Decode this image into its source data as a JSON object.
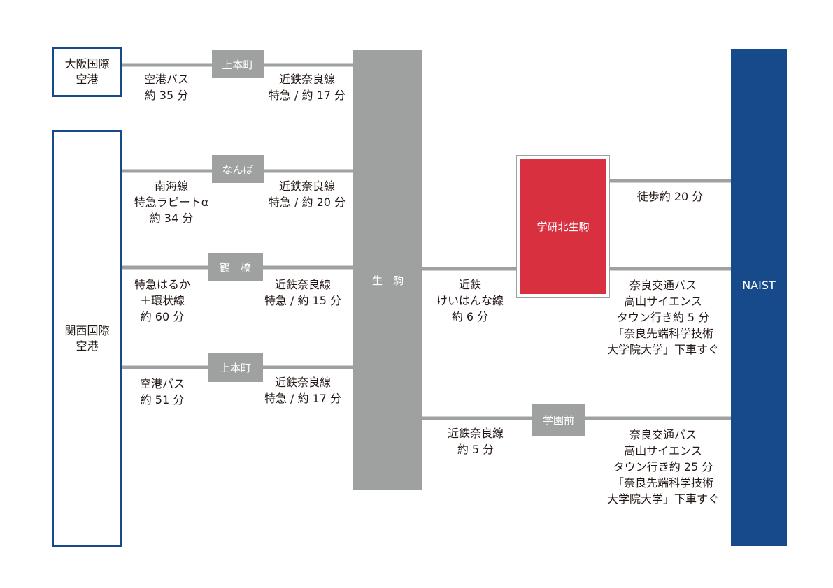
{
  "colors": {
    "line": "#9fa0a0",
    "navy": "#164a8a",
    "red": "#d9303f",
    "label_bg": "#9fa0a0",
    "text": "#231815"
  },
  "origins": {
    "osaka_airport": "大阪国際\n空港",
    "kansai_airport": "関西国際\n空港"
  },
  "hubs": {
    "ikoma": "生　駒",
    "gakken": "学研北生駒",
    "naist": "NAIST"
  },
  "stations": {
    "uehommachi_1": "上本町",
    "namba": "なんば",
    "tsuruhashi": "鶴　橋",
    "uehommachi_2": "上本町",
    "gakuenmae": "学園前"
  },
  "routes": {
    "osaka_bus": "空港バス\n約 35 分",
    "osaka_kintetsu": "近鉄奈良線\n特急 / 約 17 分",
    "nankai": "南海線\n特急ラピートα\n約 34 分",
    "namba_kintetsu": "近鉄奈良線\n特急 / 約 20 分",
    "haruka": "特急はるか\n＋環状線\n約 60 分",
    "tsuruhashi_kintetsu": "近鉄奈良線\n特急 / 約 15 分",
    "kansai_bus": "空港バス\n約 51 分",
    "uehommachi_kintetsu": "近鉄奈良線\n特急 / 約 17 分",
    "keihanna": "近鉄\nけいはんな線\n約 6 分",
    "walk": "徒歩約 20 分",
    "gakken_bus": "奈良交通バス\n高山サイエンス\nタウン行き約 5 分\n「奈良先端科学技術\n大学院大学」下車すぐ",
    "nara_line": "近鉄奈良線\n約 5 分",
    "gakuenmae_bus": "奈良交通バス\n高山サイエンス\nタウン行き約 25 分\n「奈良先端科学技術\n大学院大学」下車すぐ"
  }
}
